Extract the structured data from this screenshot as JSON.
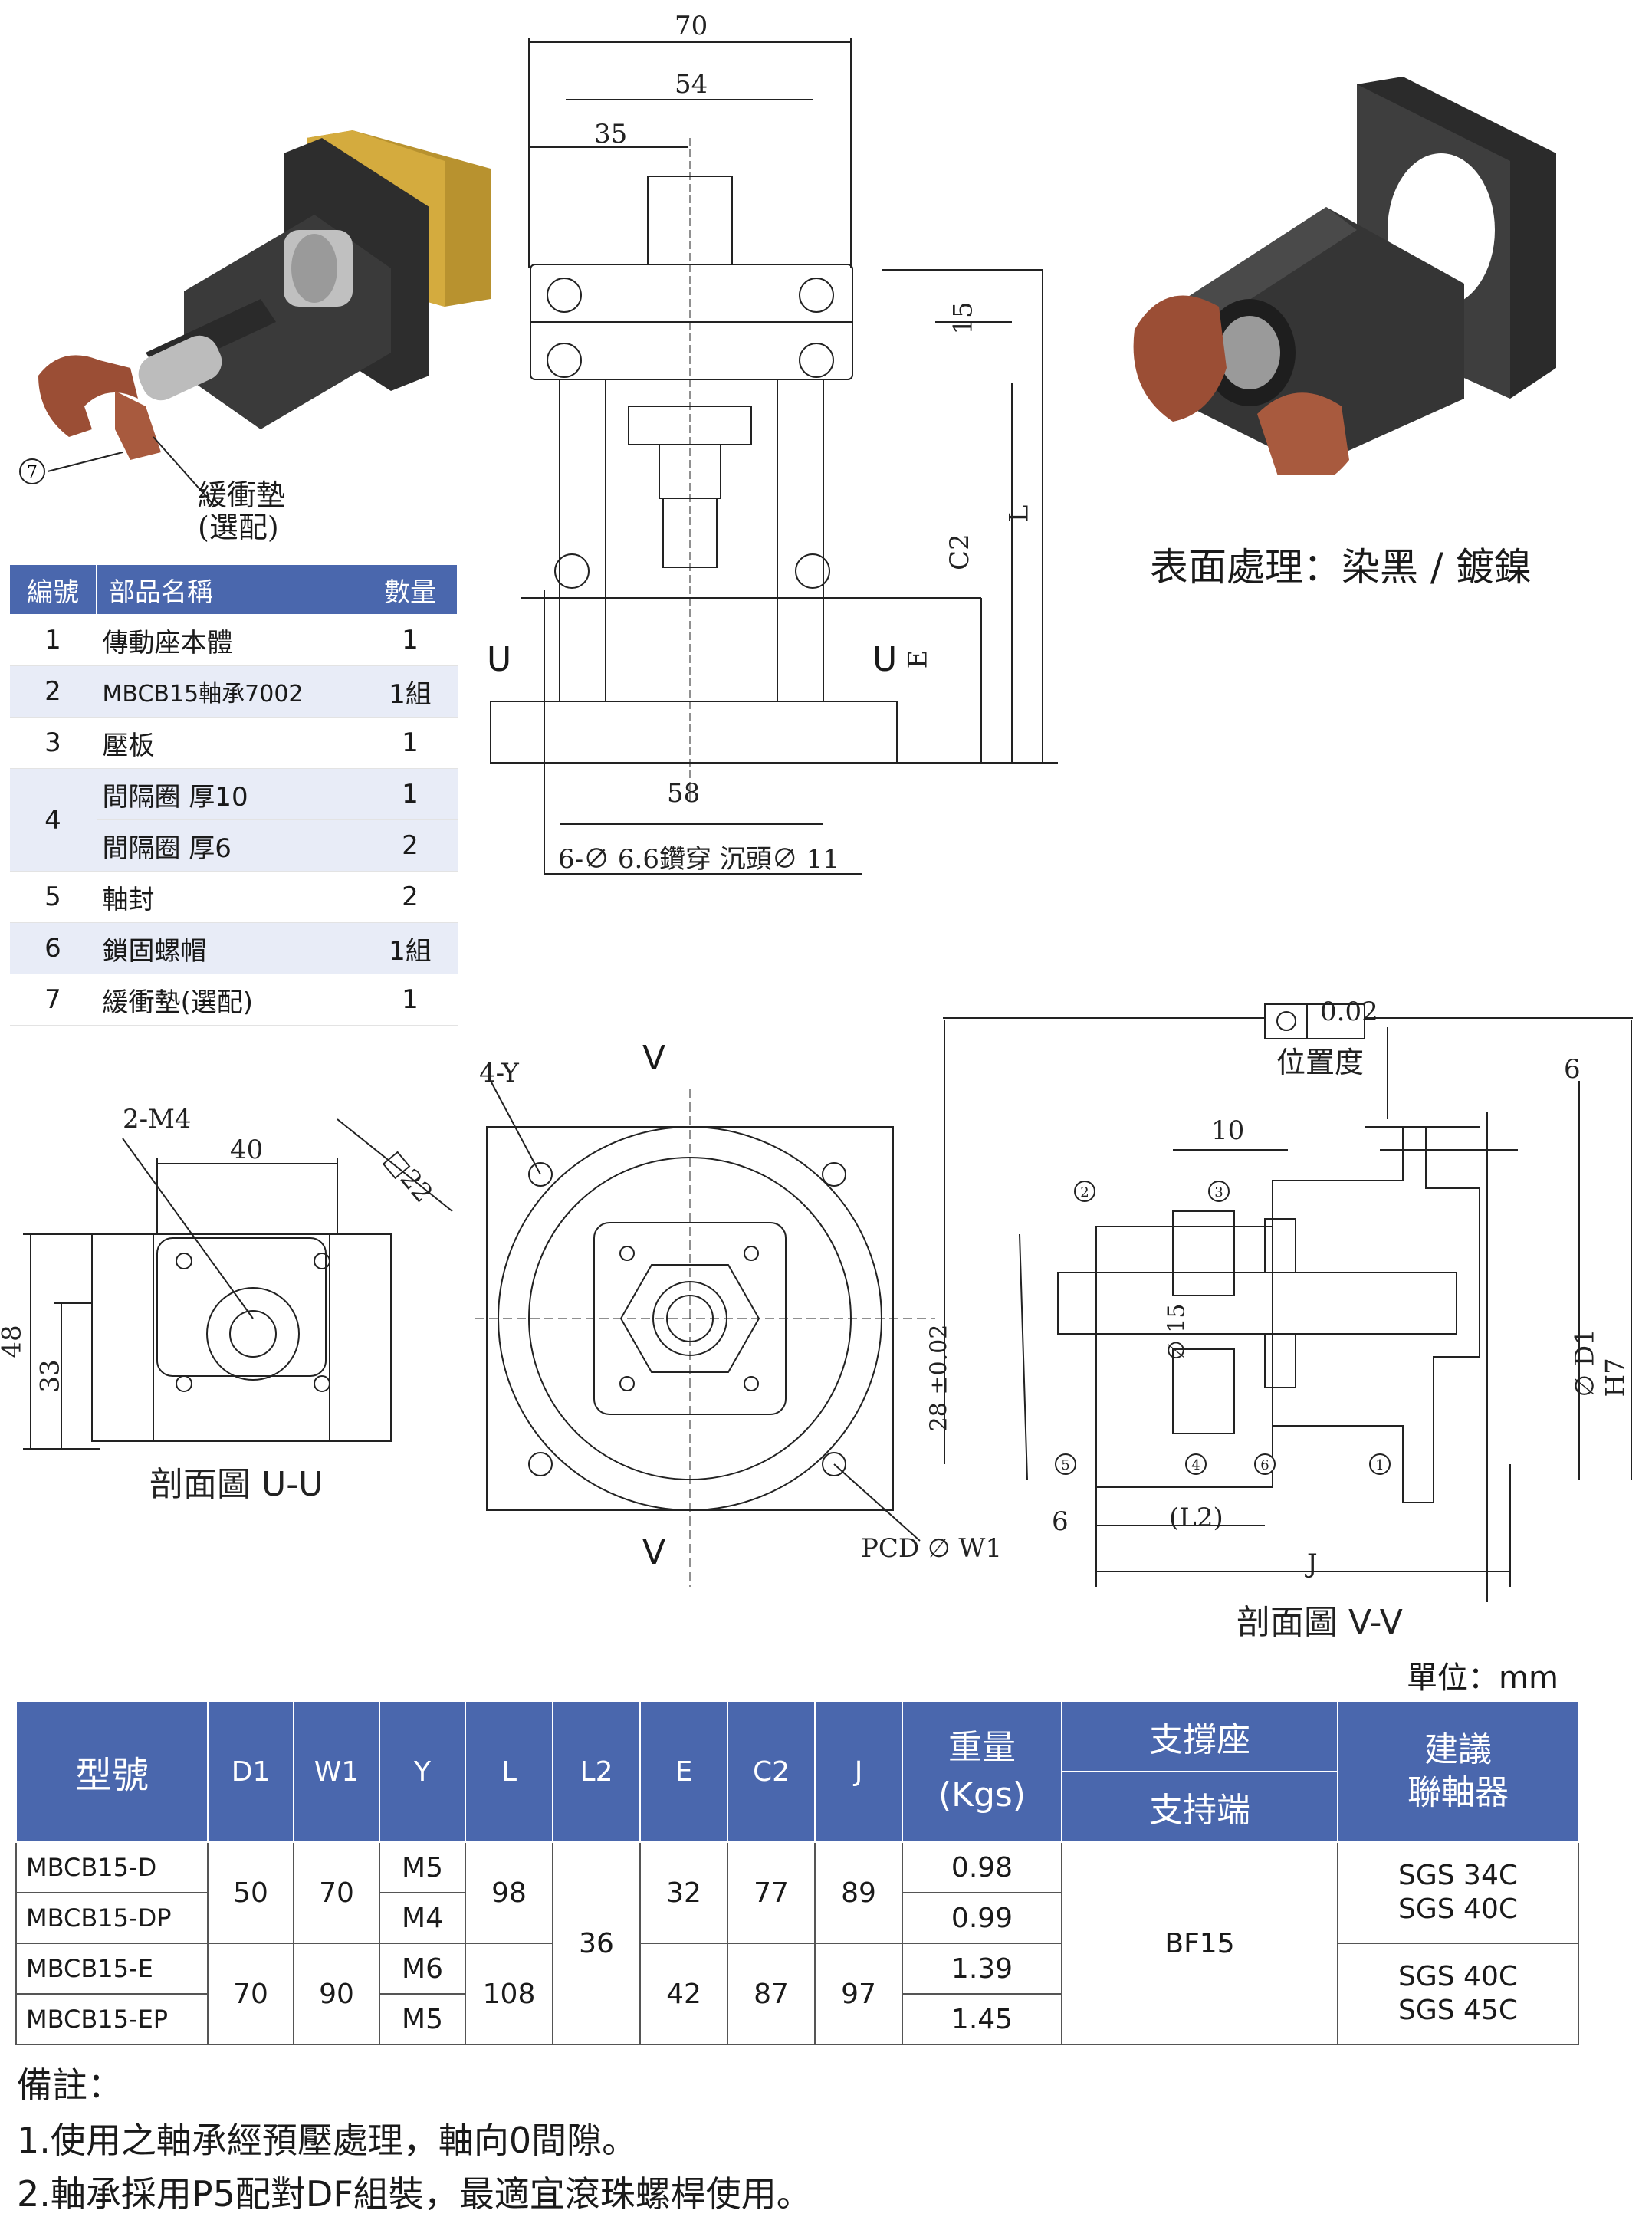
{
  "drawing": {
    "top_dims": {
      "w70": "70",
      "w54": "54",
      "w35": "35",
      "h15": "15",
      "c2": "C2",
      "l": "L",
      "e": "E",
      "w58": "58",
      "holes": "6-∅ 6.6鑽穿 沉頭∅ 11",
      "u_mark": "U"
    },
    "cushion_label": "緩衝墊\n(選配)",
    "circle7": "7",
    "finish": "表面處理：染黑 / 鍍鎳",
    "uu": {
      "m4": "2-M4",
      "d40": "40",
      "sq22": "□22",
      "d48": "48",
      "d33": "33",
      "caption": "剖面圖 U-U"
    },
    "front": {
      "y": "4-Y",
      "v": "V",
      "pcd": "PCD ∅ W1"
    },
    "vv": {
      "tol": "0.02",
      "pos": "位置度",
      "d6": "6",
      "d10": "10",
      "phi15": "∅ 15",
      "d28": "28 ±0.02",
      "d1h7": "∅ D1  H7",
      "l2": "(L2)",
      "d6b": "6",
      "j": "J",
      "caption": "剖面圖 V-V",
      "balloons": [
        "1",
        "2",
        "3",
        "4",
        "5",
        "6"
      ]
    }
  },
  "parts_table": {
    "headers": [
      "編號",
      "部品名稱",
      "數量"
    ],
    "rows": [
      {
        "no": "1",
        "name": "傳動座本體",
        "qty": "1"
      },
      {
        "no": "2",
        "name": "MBCB15軸承7002",
        "qty": "1組"
      },
      {
        "no": "3",
        "name": "壓板",
        "qty": "1"
      },
      {
        "no": "4",
        "name": "間隔圈 厚10",
        "qty": "1",
        "name2": "間隔圈 厚6",
        "qty2": "2"
      },
      {
        "no": "5",
        "name": "軸封",
        "qty": "2"
      },
      {
        "no": "6",
        "name": "鎖固螺帽",
        "qty": "1組"
      },
      {
        "no": "7",
        "name": "緩衝墊(選配)",
        "qty": "1"
      }
    ]
  },
  "unit": "單位：mm",
  "spec_table": {
    "headers": {
      "model": "型號",
      "d1": "D1",
      "w1": "W1",
      "y": "Y",
      "l": "L",
      "l2": "L2",
      "e": "E",
      "c2": "C2",
      "j": "J",
      "weight": "重量",
      "weight_unit": "(Kgs)",
      "support": "支撐座",
      "support_end": "支持端",
      "coupling": "建議\n聯軸器"
    },
    "rows": [
      {
        "model": "MBCB15-D",
        "y": "M5",
        "weight": "0.98"
      },
      {
        "model": "MBCB15-DP",
        "y": "M4",
        "weight": "0.99"
      },
      {
        "model": "MBCB15-E",
        "y": "M6",
        "weight": "1.39"
      },
      {
        "model": "MBCB15-EP",
        "y": "M5",
        "weight": "1.45"
      }
    ],
    "group1": {
      "d1": "50",
      "w1": "70",
      "l": "98",
      "e": "32",
      "c2": "77",
      "j": "89",
      "coupling": "SGS 34C\nSGS 40C"
    },
    "group2": {
      "d1": "70",
      "w1": "90",
      "l": "108",
      "e": "42",
      "c2": "87",
      "j": "97",
      "coupling": "SGS 40C\nSGS 45C"
    },
    "l2": "36",
    "support": "BF15"
  },
  "notes": {
    "title": "備註：",
    "lines": [
      "1.使用之軸承經預壓處理，軸向0間隙。",
      "2.軸承採用P5配對DF組裝，最適宜滾珠螺桿使用。"
    ]
  }
}
